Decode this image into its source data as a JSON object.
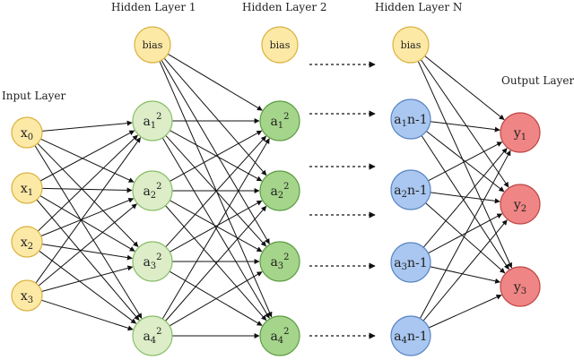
{
  "titles": {
    "input": "Input Layer",
    "hidden1": "Hidden Layer 1",
    "hidden2": "Hidden Layer 2",
    "hiddenN": "Hidden Layer N",
    "output": "Output Layer"
  },
  "bias_label": "bias",
  "layers": {
    "input": {
      "fill": "#fde9a6",
      "stroke": "#d9b240",
      "nodes": [
        {
          "base": "x",
          "sub": "0",
          "sup": ""
        },
        {
          "base": "x",
          "sub": "1",
          "sup": ""
        },
        {
          "base": "x",
          "sub": "2",
          "sup": ""
        },
        {
          "base": "x",
          "sub": "3",
          "sup": ""
        }
      ]
    },
    "hidden1": {
      "fill": "#dcedc8",
      "stroke": "#8bbf6a",
      "nodes": [
        {
          "base": "a",
          "sub": "1",
          "sup": "2"
        },
        {
          "base": "a",
          "sub": "2",
          "sup": "2"
        },
        {
          "base": "a",
          "sub": "3",
          "sup": "2"
        },
        {
          "base": "a",
          "sub": "4",
          "sup": "2"
        }
      ]
    },
    "hidden2": {
      "fill": "#a5d58a",
      "stroke": "#5f9e45",
      "nodes": [
        {
          "base": "a",
          "sub": "1",
          "sup": "2"
        },
        {
          "base": "a",
          "sub": "2",
          "sup": "2"
        },
        {
          "base": "a",
          "sub": "3",
          "sup": "2"
        },
        {
          "base": "a",
          "sub": "4",
          "sup": "2"
        }
      ]
    },
    "hiddenN": {
      "fill": "#a9c7f0",
      "stroke": "#5b86c4",
      "nodes": [
        {
          "base": "a",
          "sub": "1",
          "sup": "",
          "tail": "n-1"
        },
        {
          "base": "a",
          "sub": "2",
          "sup": "",
          "tail": "n-1"
        },
        {
          "base": "a",
          "sub": "3",
          "sup": "",
          "tail": "n-1"
        },
        {
          "base": "a",
          "sub": "4",
          "sup": "",
          "tail": "n-1"
        }
      ]
    },
    "output": {
      "fill": "#f08585",
      "stroke": "#c04848",
      "nodes": [
        {
          "base": "y",
          "sub": "1",
          "sup": ""
        },
        {
          "base": "y",
          "sub": "2",
          "sup": ""
        },
        {
          "base": "y",
          "sub": "3",
          "sup": ""
        }
      ]
    }
  },
  "bias_colors": {
    "fill": "#fde9a6",
    "stroke": "#d9b240"
  }
}
